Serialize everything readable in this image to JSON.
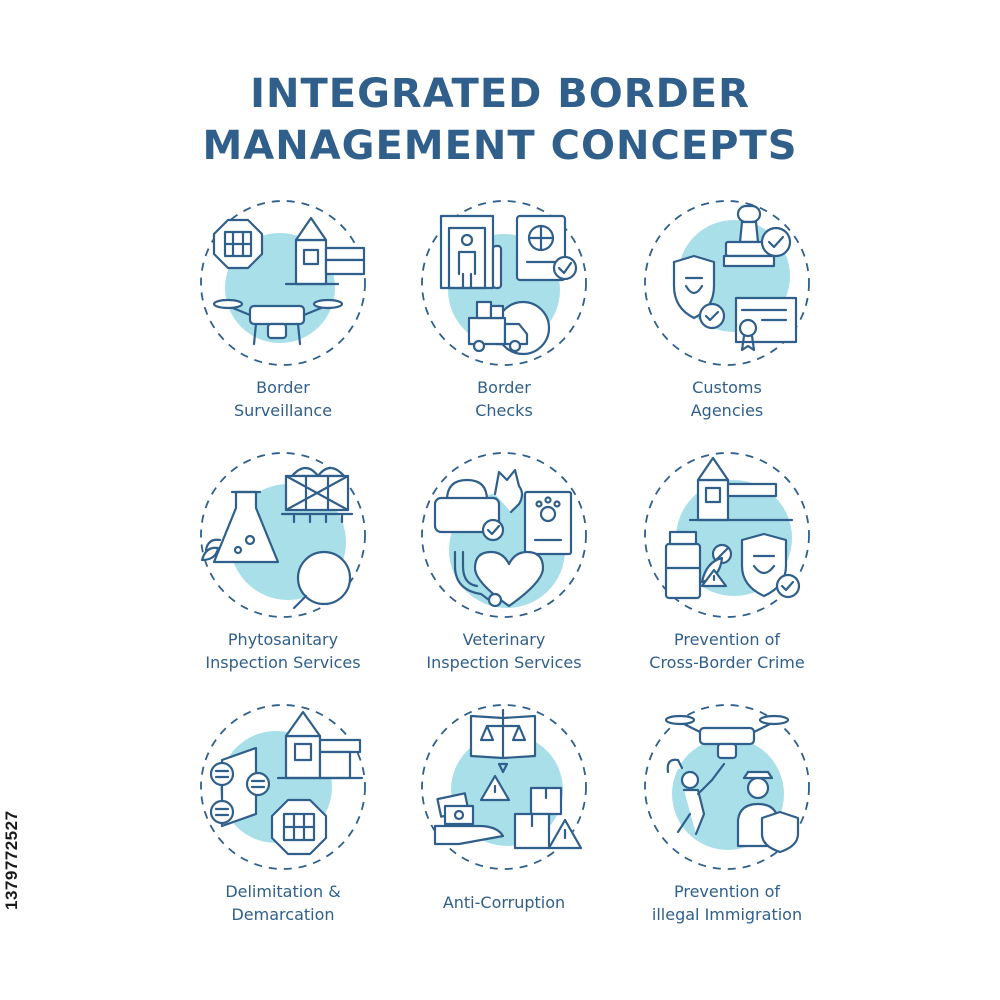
{
  "title": {
    "line1": "INTEGRATED BORDER",
    "line2": "MANAGEMENT CONCEPTS"
  },
  "stock_id": "1379772527",
  "colors": {
    "accent": "#2f5f8a",
    "fill": "#a9dfe9",
    "background": "#ffffff"
  },
  "concepts": [
    {
      "icon": "border-surveillance-icon",
      "line1": "Border",
      "line2": "Surveillance"
    },
    {
      "icon": "border-checks-icon",
      "line1": "Border",
      "line2": "Checks"
    },
    {
      "icon": "customs-agencies-icon",
      "line1": "Customs",
      "line2": "Agencies"
    },
    {
      "icon": "phytosanitary-inspection-icon",
      "line1": "Phytosanitary",
      "line2": "Inspection Services"
    },
    {
      "icon": "veterinary-inspection-icon",
      "line1": "Veterinary",
      "line2": "Inspection Services"
    },
    {
      "icon": "cross-border-crime-prevention-icon",
      "line1": "Prevention of",
      "line2": "Cross-Border Crime"
    },
    {
      "icon": "delimitation-demarcation-icon",
      "line1": "Delimitation &",
      "line2": "Demarcation"
    },
    {
      "icon": "anti-corruption-icon",
      "line1": "Anti-Corruption",
      "line2": ""
    },
    {
      "icon": "illegal-immigration-prevention-icon",
      "line1": "Prevention of",
      "line2": "illegal Immigration"
    }
  ]
}
